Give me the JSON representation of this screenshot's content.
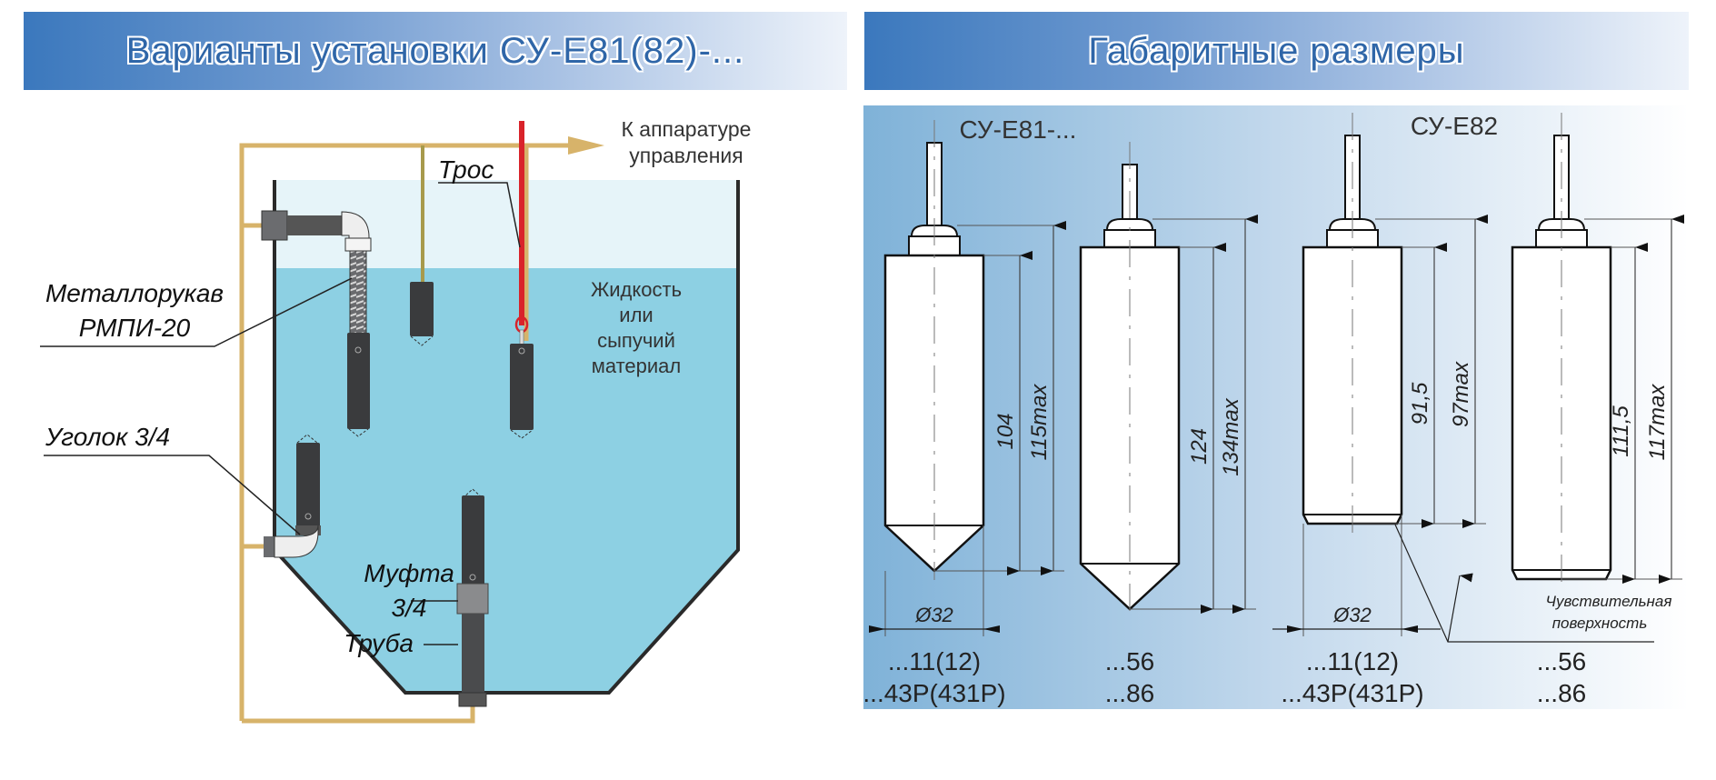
{
  "left_panel": {
    "title": "Варианты установки  СУ-Е81(82)-...",
    "labels": {
      "to_control": [
        "К аппаратуре",
        "управления"
      ],
      "rope": "Трос",
      "hose": [
        "Металлорукав",
        "РМПИ-20"
      ],
      "corner": "Уголок 3/4",
      "coupling": [
        "Муфта",
        "3/4"
      ],
      "pipe": "Труба",
      "medium": [
        "Жидкость",
        "или",
        "сыпучий",
        "материал"
      ]
    },
    "colors": {
      "liquid": "#8dd0e3",
      "air": "#e6f4f9",
      "cable": "#d7b36a",
      "rope": "#d9232a",
      "sensor": "#3a3b3d",
      "tank_outline": "#2a2a2a"
    }
  },
  "right_panel": {
    "title": "Габаритные размеры",
    "model_labels": [
      "СУ-Е81-...",
      "СУ-Е82"
    ],
    "sensors": [
      {
        "model": "СУ-Е81",
        "body_length": "104",
        "total_length": "115max",
        "tip": "cone",
        "diameter": "Ø32",
        "variants": [
          "...11(12)",
          "...43P(431P)"
        ]
      },
      {
        "model": "СУ-Е81",
        "body_length": "124",
        "total_length": "134max",
        "tip": "cone",
        "diameter": "",
        "variants": [
          "...56",
          "...86"
        ]
      },
      {
        "model": "СУ-Е82",
        "body_length": "91,5",
        "total_length": "97max",
        "tip": "flat",
        "diameter": "Ø32",
        "variants": [
          "...11(12)",
          "...43P(431P)"
        ]
      },
      {
        "model": "СУ-Е82",
        "body_length": "111,5",
        "total_length": "117max",
        "tip": "flat",
        "diameter": "",
        "variants": [
          "...56",
          "...86"
        ]
      }
    ],
    "sensitive_surface_label": [
      "Чувствительная",
      "поверхность"
    ]
  }
}
